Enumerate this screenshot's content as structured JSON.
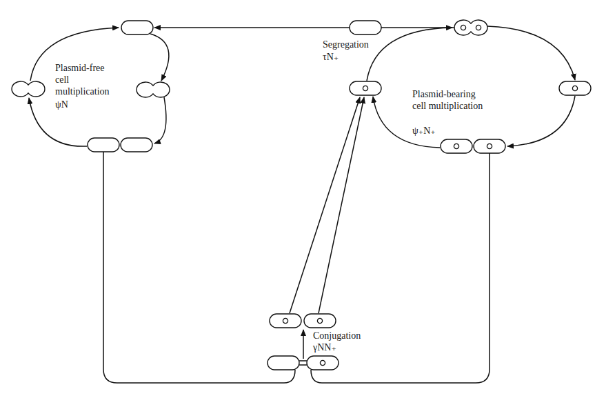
{
  "diagram": {
    "labels": [
      "Segregation",
      "τN₊",
      "Plasmid-free cell multiplication",
      "ψN",
      "Plasmid-bearing cell multiplication",
      "ψ₊N₊",
      "Conjugation",
      "γNN₊"
    ]
  }
}
